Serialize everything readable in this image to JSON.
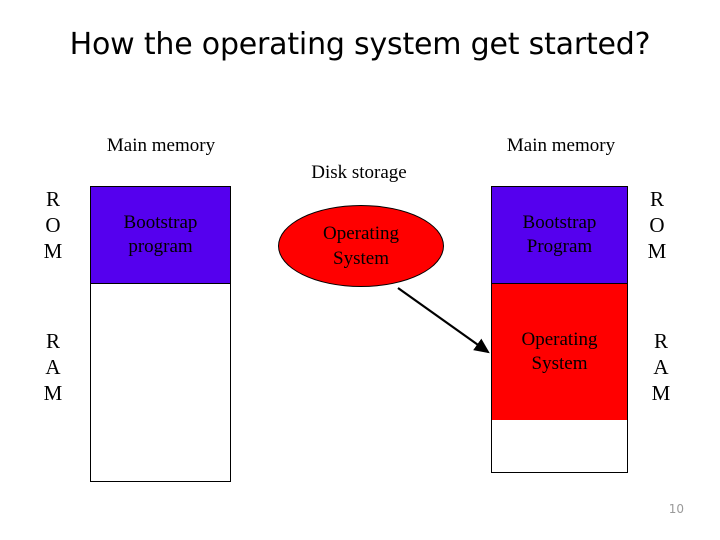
{
  "slide": {
    "title": "How the operating system  get started?",
    "page_number": "10"
  },
  "colors": {
    "bootstrap_purple": "#5500EE",
    "os_red": "#FF0000",
    "empty_white": "#FFFFFF",
    "outline_black": "#000000",
    "page_number_gray": "#9A9A9A"
  },
  "left_memory": {
    "caption": "Main memory",
    "rom_label": [
      "R",
      "O",
      "M"
    ],
    "ram_label": [
      "R",
      "A",
      "M"
    ],
    "segments": [
      {
        "name": "bootstrap",
        "text": "Bootstrap program",
        "fill": "#5500EE"
      },
      {
        "name": "free",
        "text": "",
        "fill": "#FFFFFF"
      }
    ]
  },
  "disk_storage": {
    "caption": "Disk storage",
    "shape": "ellipse",
    "fill": "#FF0000",
    "text_line1": "Operating",
    "text_line2": "System"
  },
  "arrow": {
    "name": "load-os-arrow",
    "from": "disk-storage-ellipse",
    "to": "right-memory-os-segment",
    "color": "#000000"
  },
  "right_memory": {
    "caption": "Main memory",
    "rom_label": [
      "R",
      "O",
      "M"
    ],
    "ram_label": [
      "R",
      "A",
      "M"
    ],
    "segments": [
      {
        "name": "bootstrap",
        "text": "Bootstrap Program",
        "fill": "#5500EE"
      },
      {
        "name": "operating-system",
        "text": "Operating System",
        "fill": "#FF0000"
      },
      {
        "name": "free",
        "text": "",
        "fill": "#FFFFFF"
      }
    ]
  }
}
